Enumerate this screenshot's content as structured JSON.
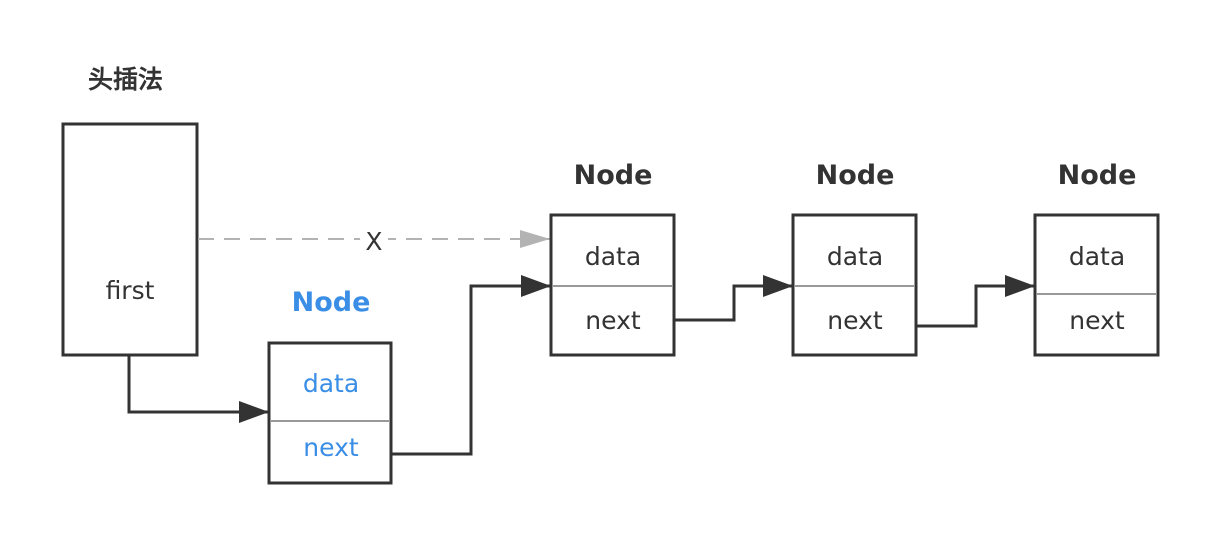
{
  "title": "头插法",
  "head_box": {
    "label": "first"
  },
  "new_node": {
    "header": "Node",
    "field_data": "data",
    "field_next": "next",
    "color": "#3a8ee6"
  },
  "nodes": [
    {
      "header": "Node",
      "field_data": "data",
      "field_next": "next"
    },
    {
      "header": "Node",
      "field_data": "data",
      "field_next": "next"
    },
    {
      "header": "Node",
      "field_data": "data",
      "field_next": "next"
    }
  ],
  "removed_link": {
    "marker": "X",
    "color": "#b3b3b3"
  },
  "colors": {
    "stroke": "#333333",
    "divider": "#999999",
    "text": "#333333"
  }
}
